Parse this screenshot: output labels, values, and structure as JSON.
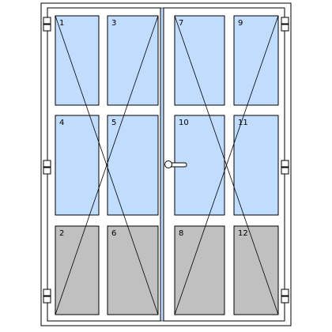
{
  "colors": {
    "background": "#ffffff",
    "frame_stroke": "#000000",
    "frame_fill": "#ffffff",
    "glass": "#c0dcff",
    "opaque_panel": "#c0c0c0",
    "meeting_gap": "#c0dcff",
    "handle": "#ffffff"
  },
  "door": {
    "leaves": [
      {
        "name": "left-leaf",
        "opening_x": "diagonal-cross",
        "hinges": 3,
        "hinge_side": "left"
      },
      {
        "name": "right-leaf",
        "opening_x": "diagonal-cross",
        "hinges": 3,
        "hinge_side": "right"
      }
    ],
    "handle": "lever-handle",
    "panes": [
      {
        "label": "1",
        "fill": "glass",
        "leaf": 0,
        "col": 0,
        "row": 0
      },
      {
        "label": "3",
        "fill": "glass",
        "leaf": 0,
        "col": 1,
        "row": 0
      },
      {
        "label": "4",
        "fill": "glass",
        "leaf": 0,
        "col": 0,
        "row": 1
      },
      {
        "label": "5",
        "fill": "glass",
        "leaf": 0,
        "col": 1,
        "row": 1
      },
      {
        "label": "2",
        "fill": "opaque",
        "leaf": 0,
        "col": 0,
        "row": 2
      },
      {
        "label": "6",
        "fill": "opaque",
        "leaf": 0,
        "col": 1,
        "row": 2
      },
      {
        "label": "7",
        "fill": "glass",
        "leaf": 1,
        "col": 0,
        "row": 0
      },
      {
        "label": "9",
        "fill": "glass",
        "leaf": 1,
        "col": 1,
        "row": 0
      },
      {
        "label": "10",
        "fill": "glass",
        "leaf": 1,
        "col": 0,
        "row": 1
      },
      {
        "label": "11",
        "fill": "glass",
        "leaf": 1,
        "col": 1,
        "row": 1
      },
      {
        "label": "8",
        "fill": "opaque",
        "leaf": 1,
        "col": 0,
        "row": 2
      },
      {
        "label": "12",
        "fill": "opaque",
        "leaf": 1,
        "col": 1,
        "row": 2
      }
    ]
  }
}
